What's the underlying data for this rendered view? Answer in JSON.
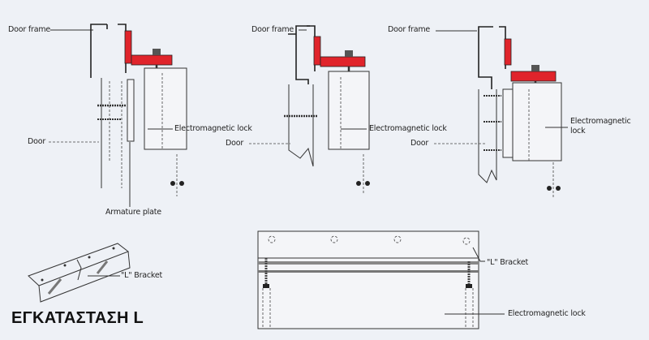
{
  "diagrams": [
    {
      "door_frame_label": "Door frame",
      "lock_label": "Electromagnetic lock",
      "door_label": "Door",
      "armature_label": "Armature plate"
    },
    {
      "door_frame_label": "Door frame",
      "lock_label": "Electromagnetic lock",
      "door_label": "Door"
    },
    {
      "door_frame_label": "Door frame",
      "lock_label_line1": "Electromagnetic",
      "lock_label_line2": "lock",
      "door_label": "Door"
    }
  ],
  "bracket_iso": {
    "label": "\"L\" Bracket"
  },
  "front_view": {
    "bracket_label": "\"L\" Bracket",
    "lock_label": "Electromagnetic lock"
  },
  "title": "ΕΓΚΑΤΑΣΤΑΣΗ L",
  "colors": {
    "bracket": "#e0242b",
    "background": "#eef1f6"
  }
}
